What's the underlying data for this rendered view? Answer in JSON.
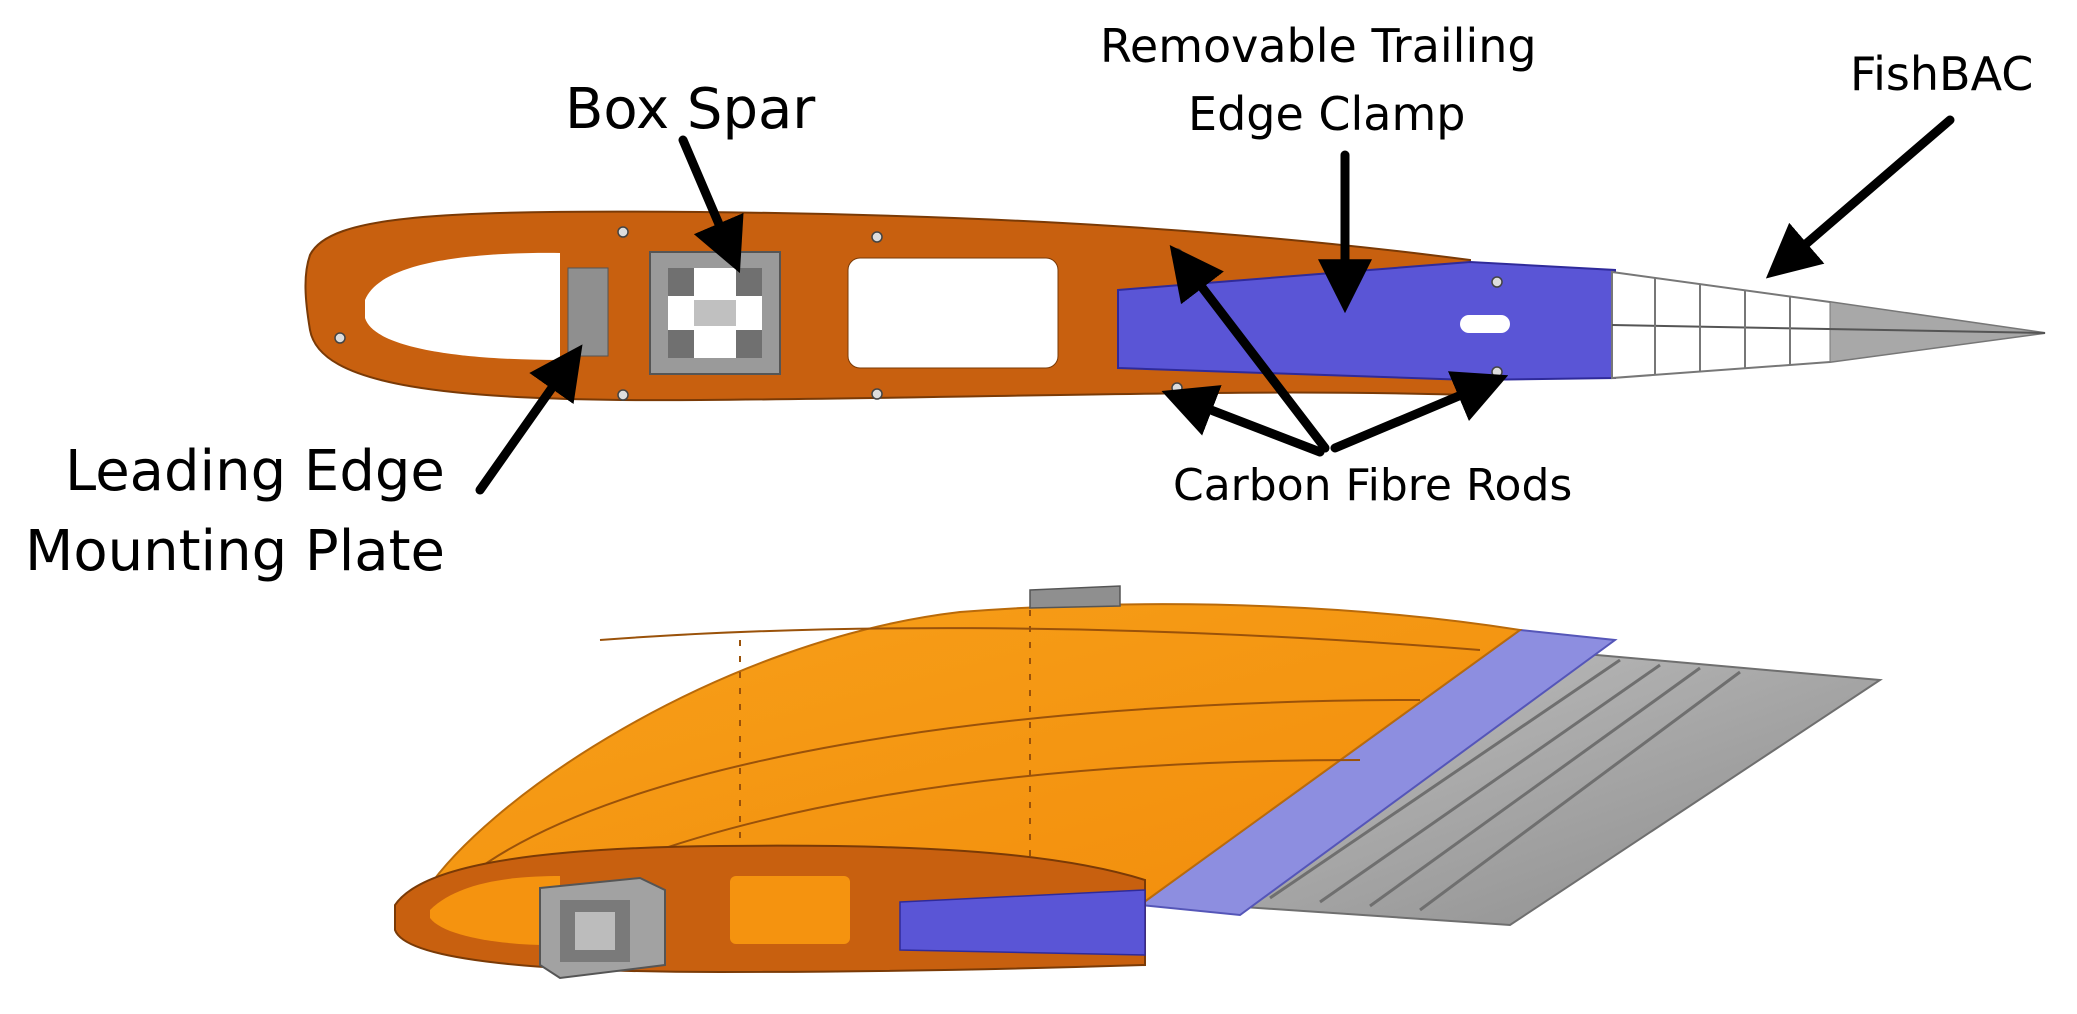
{
  "labels": {
    "box_spar": "Box Spar",
    "removable_trailing_line1": "Removable Trailing",
    "removable_trailing_line2": "Edge Clamp",
    "fishbac": "FishBAC",
    "leading_edge_line1": "Leading Edge",
    "leading_edge_line2": "Mounting Plate",
    "carbon_fibre_rods": "Carbon Fibre Rods"
  },
  "colors": {
    "rib_orange": "#c8600f",
    "skin_orange": "#f5930f",
    "clamp_blue": "#5a55d6",
    "clamp_blue_light": "#8d8ee0",
    "spar_grey": "#8f8f8f",
    "fishbac_grey": "#a8a8a8",
    "arrow": "#000000"
  }
}
